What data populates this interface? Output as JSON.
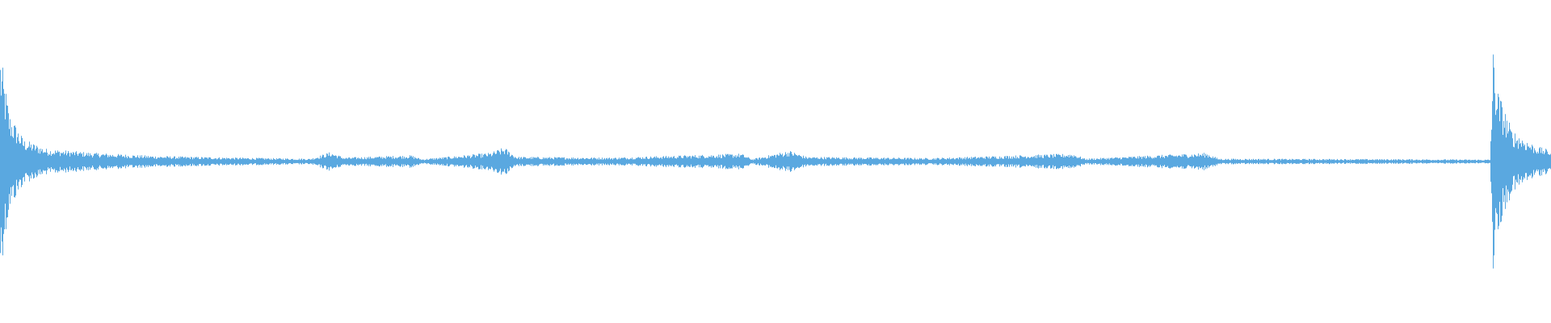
{
  "waveform": {
    "color": "#5aa8e0",
    "background": "#ffffff",
    "duration_fraction_markers": [],
    "envelope": [
      {
        "t": 0.0,
        "amp": 0.7
      },
      {
        "t": 0.002,
        "amp": 0.55
      },
      {
        "t": 0.006,
        "amp": 0.3
      },
      {
        "t": 0.015,
        "amp": 0.14
      },
      {
        "t": 0.03,
        "amp": 0.08
      },
      {
        "t": 0.06,
        "amp": 0.055
      },
      {
        "t": 0.1,
        "amp": 0.035
      },
      {
        "t": 0.15,
        "amp": 0.025
      },
      {
        "t": 0.2,
        "amp": 0.018
      },
      {
        "t": 0.213,
        "amp": 0.06
      },
      {
        "t": 0.222,
        "amp": 0.025
      },
      {
        "t": 0.265,
        "amp": 0.04
      },
      {
        "t": 0.272,
        "amp": 0.015
      },
      {
        "t": 0.316,
        "amp": 0.055
      },
      {
        "t": 0.325,
        "amp": 0.09
      },
      {
        "t": 0.333,
        "amp": 0.03
      },
      {
        "t": 0.395,
        "amp": 0.025
      },
      {
        "t": 0.478,
        "amp": 0.05
      },
      {
        "t": 0.485,
        "amp": 0.015
      },
      {
        "t": 0.509,
        "amp": 0.07
      },
      {
        "t": 0.52,
        "amp": 0.03
      },
      {
        "t": 0.6,
        "amp": 0.022
      },
      {
        "t": 0.692,
        "amp": 0.05
      },
      {
        "t": 0.7,
        "amp": 0.018
      },
      {
        "t": 0.778,
        "amp": 0.055
      },
      {
        "t": 0.786,
        "amp": 0.018
      },
      {
        "t": 0.9,
        "amp": 0.015
      },
      {
        "t": 0.961,
        "amp": 0.012
      },
      {
        "t": 0.963,
        "amp": 0.7
      },
      {
        "t": 0.966,
        "amp": 0.45
      },
      {
        "t": 0.975,
        "amp": 0.2
      },
      {
        "t": 0.99,
        "amp": 0.1
      },
      {
        "t": 1.0,
        "amp": 0.07
      }
    ]
  }
}
